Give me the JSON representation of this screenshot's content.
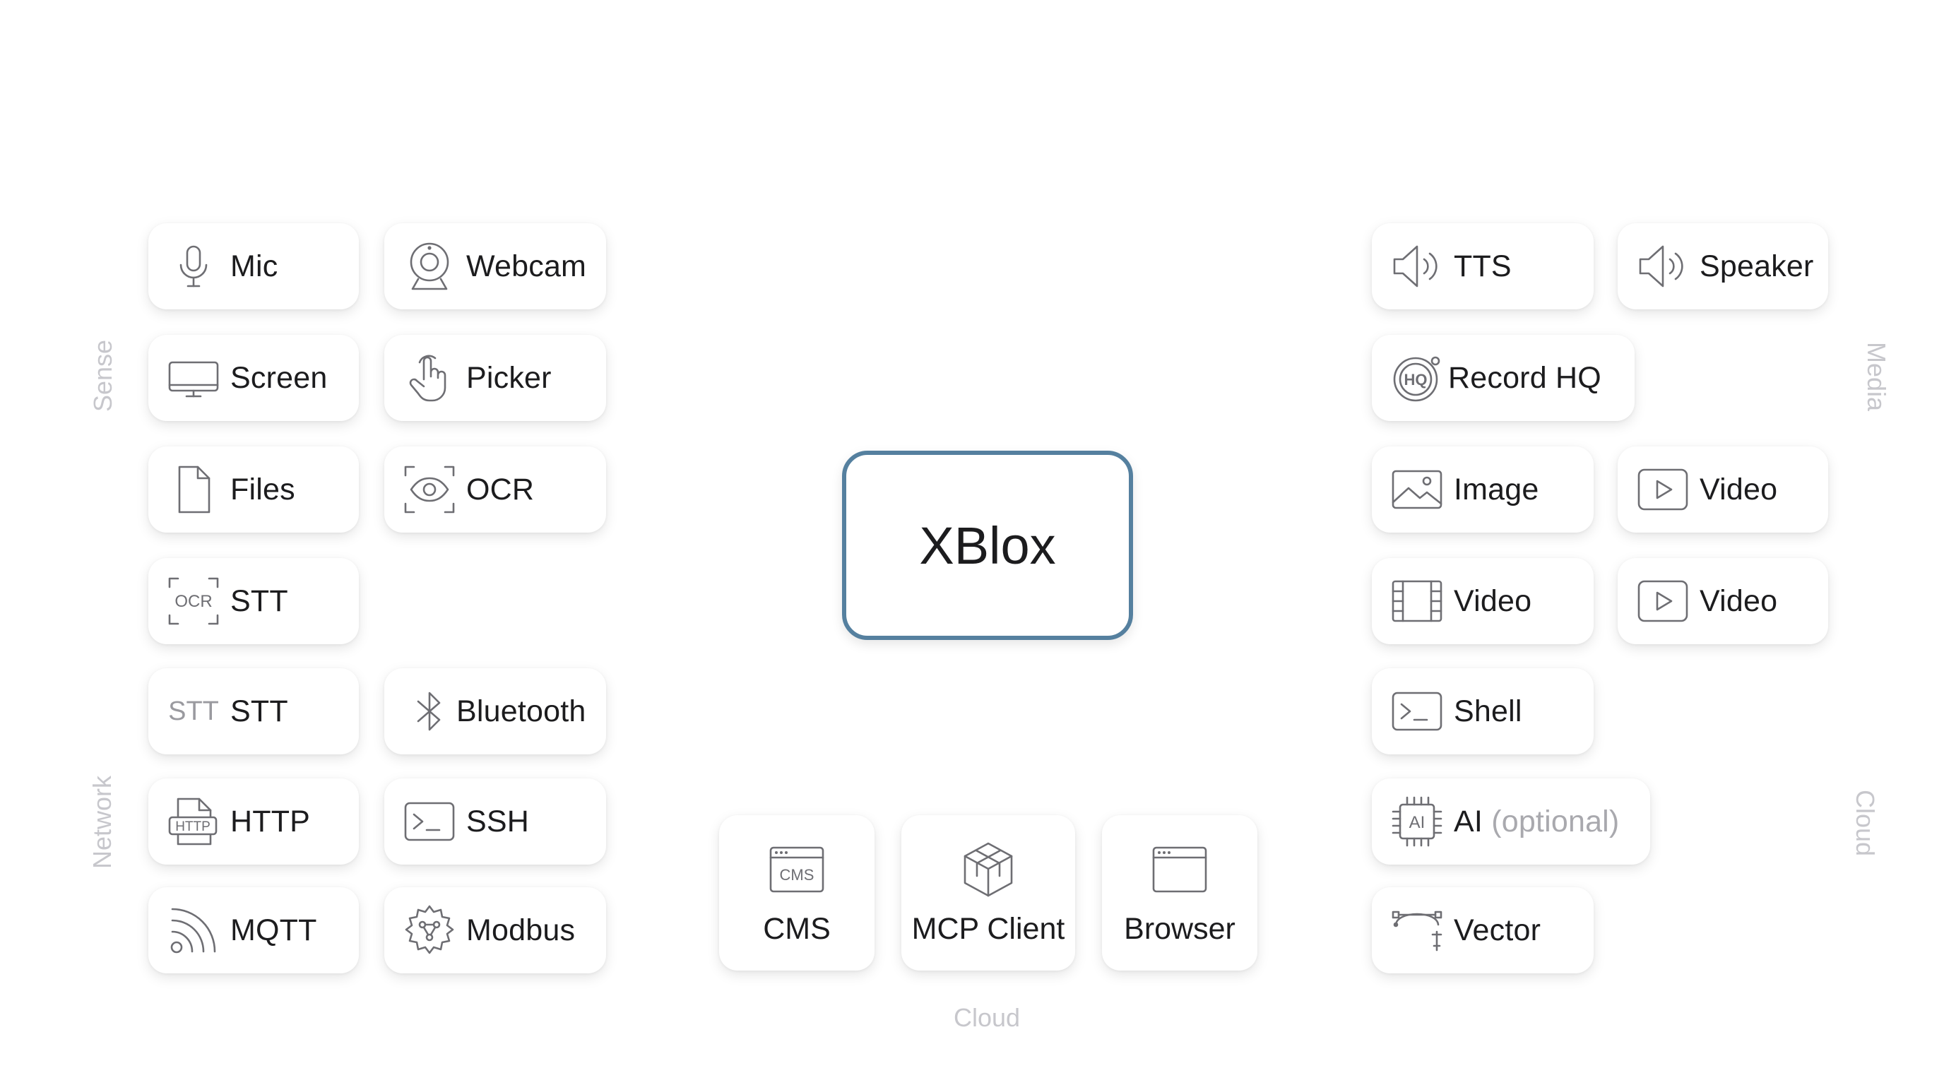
{
  "center": {
    "title": "XBlox"
  },
  "sections": {
    "sense": "Sense",
    "network": "Network",
    "media": "Media",
    "cloud_right": "Cloud",
    "cloud_bottom": "Cloud"
  },
  "left_tiles": [
    {
      "label": "Mic",
      "icon": "mic-icon"
    },
    {
      "label": "Webcam",
      "icon": "webcam-icon"
    },
    {
      "label": "Screen",
      "icon": "screen-icon"
    },
    {
      "label": "Picker",
      "icon": "pointer-hand-icon"
    },
    {
      "label": "Files",
      "icon": "file-icon"
    },
    {
      "label": "OCR",
      "icon": "eye-scan-icon"
    },
    {
      "label": "STT",
      "icon": "ocr-icon",
      "icon_text": "OCR"
    },
    {
      "label": "STT",
      "icon": "stt-icon",
      "icon_text": "STT"
    },
    {
      "label": "Bluetooth",
      "icon": "bluetooth-icon"
    },
    {
      "label": "HTTP",
      "icon": "http-icon",
      "icon_text": "HTTP"
    },
    {
      "label": "SSH",
      "icon": "terminal-icon"
    },
    {
      "label": "MQTT",
      "icon": "feed-icon"
    },
    {
      "label": "Modbus",
      "icon": "gear-network-icon"
    }
  ],
  "bottom_tiles": [
    {
      "label": "CMS",
      "icon": "cms-window-icon",
      "icon_text": "CMS"
    },
    {
      "label": "MCP Client",
      "icon": "cube-icon"
    },
    {
      "label": "Browser",
      "icon": "browser-window-icon"
    }
  ],
  "right_tiles": [
    {
      "label": "TTS",
      "icon": "speaker-icon"
    },
    {
      "label": "Speaker",
      "icon": "speaker-icon"
    },
    {
      "label": "Record HQ",
      "icon": "record-hq-icon",
      "icon_text": "HQ"
    },
    {
      "label": "Image",
      "icon": "image-icon"
    },
    {
      "label": "Video",
      "icon": "play-icon"
    },
    {
      "label": "Video",
      "icon": "film-icon"
    },
    {
      "label": "Video",
      "icon": "play-icon"
    },
    {
      "label": "Shell",
      "icon": "terminal-icon"
    },
    {
      "label": "AI",
      "label_suffix": "(optional)",
      "icon": "ai-chip-icon",
      "icon_text": "AI"
    },
    {
      "label": "Vector",
      "icon": "bezier-icon"
    }
  ]
}
